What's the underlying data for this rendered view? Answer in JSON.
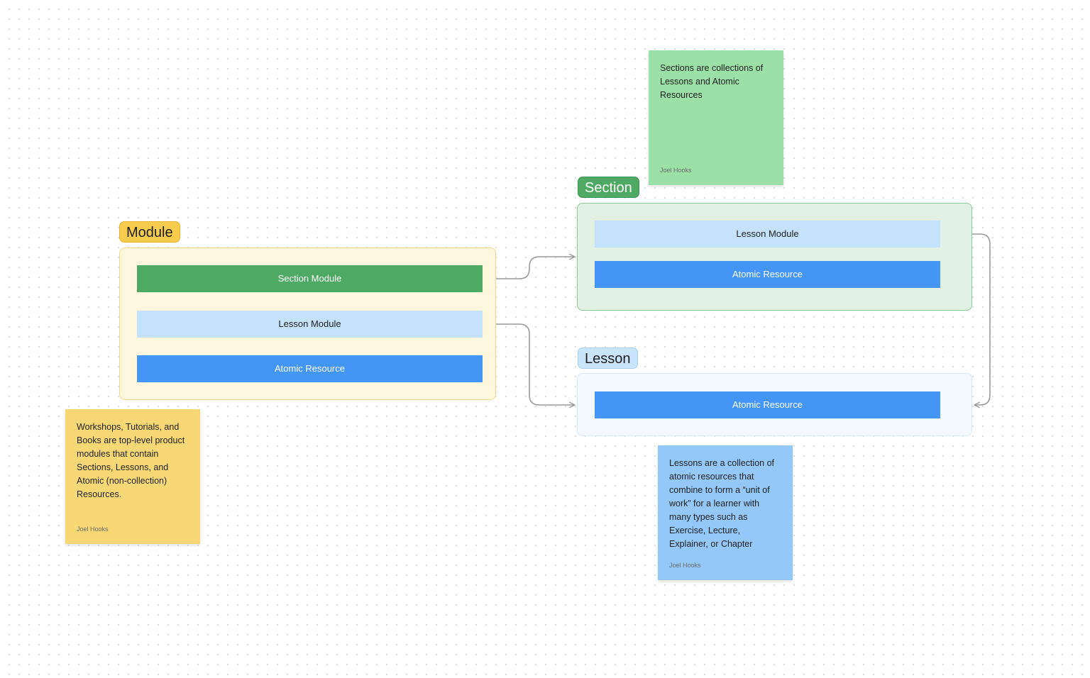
{
  "module": {
    "tag": "Module",
    "items": [
      {
        "label": "Section Module"
      },
      {
        "label": "Lesson Module"
      },
      {
        "label": "Atomic Resource"
      }
    ]
  },
  "section": {
    "tag": "Section",
    "items": [
      {
        "label": "Lesson Module"
      },
      {
        "label": "Atomic Resource"
      }
    ]
  },
  "lesson": {
    "tag": "Lesson",
    "items": [
      {
        "label": "Atomic Resource"
      }
    ]
  },
  "notes": {
    "section": {
      "text": "Sections are collections of Lessons and Atomic Resources",
      "author": "Joel Hooks"
    },
    "module": {
      "text": "Workshops, Tutorials, and Books are top-level product modules that contain Sections, Lessons, and Atomic (non-collection) Resources.",
      "author": "Joel Hooks"
    },
    "lesson": {
      "text": "Lessons are a collection of atomic resources that combine to form a “unit of work” for a learner with many types such as Exercise, Lecture, Explainer, or Chapter",
      "author": "Joel Hooks"
    }
  },
  "colors": {
    "module_accent": "#f8cd4e",
    "section_accent": "#4eaa62",
    "lesson_accent": "#c9e4fb",
    "atomic_blue": "#4396f5",
    "connector": "#9a9a9a"
  }
}
